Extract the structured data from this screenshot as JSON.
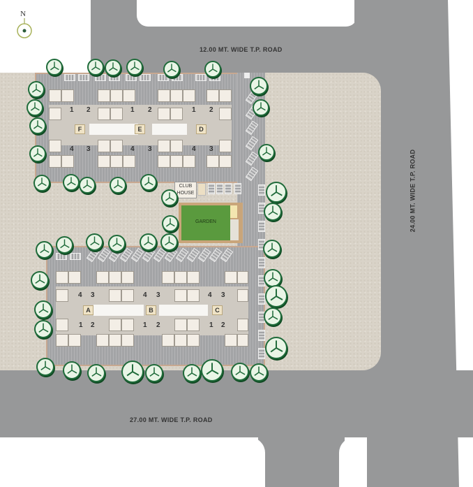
{
  "compass": {
    "label": "N",
    "icon": "north-arrow-icon"
  },
  "roads": {
    "north": "12.00 MT. WIDE T.P. ROAD",
    "east": "24.00 MT. WIDE T.P. ROAD",
    "south": "27.00 MT. WIDE T.P. ROAD"
  },
  "amenities": {
    "club_house": "CLUB HOUSE",
    "club_house_line1": "CLUB",
    "club_house_line2": "HOUSE",
    "garden": "GARDEN"
  },
  "colors": {
    "road": "#979899",
    "plot": "#d9d3c8",
    "site_paving": "#a3a4a6",
    "garden": "#5a9a3e",
    "garden_border": "#c9a57a",
    "tree_stroke": "#1f6b3a",
    "tree_fill": "#e9f5e6",
    "flat": "#f3eee6"
  },
  "north_row": {
    "wings": [
      {
        "label": "F",
        "units_top": [
          "1",
          "2"
        ],
        "units_bottom": [
          "4",
          "3"
        ]
      },
      {
        "label": "E",
        "units_top": [
          "1",
          "2"
        ],
        "units_bottom": [
          "4",
          "3"
        ]
      },
      {
        "label": "D",
        "units_top": [
          "1",
          "2"
        ],
        "units_bottom": [
          "4",
          "3"
        ]
      }
    ]
  },
  "south_row": {
    "wings": [
      {
        "label": "A",
        "units_top": [
          "4",
          "3"
        ],
        "units_bottom": [
          "1",
          "2"
        ]
      },
      {
        "label": "B",
        "units_top": [
          "4",
          "3"
        ],
        "units_bottom": [
          "1",
          "2"
        ]
      },
      {
        "label": "C",
        "units_top": [
          "4",
          "3"
        ],
        "units_bottom": [
          "1",
          "2"
        ]
      }
    ]
  }
}
